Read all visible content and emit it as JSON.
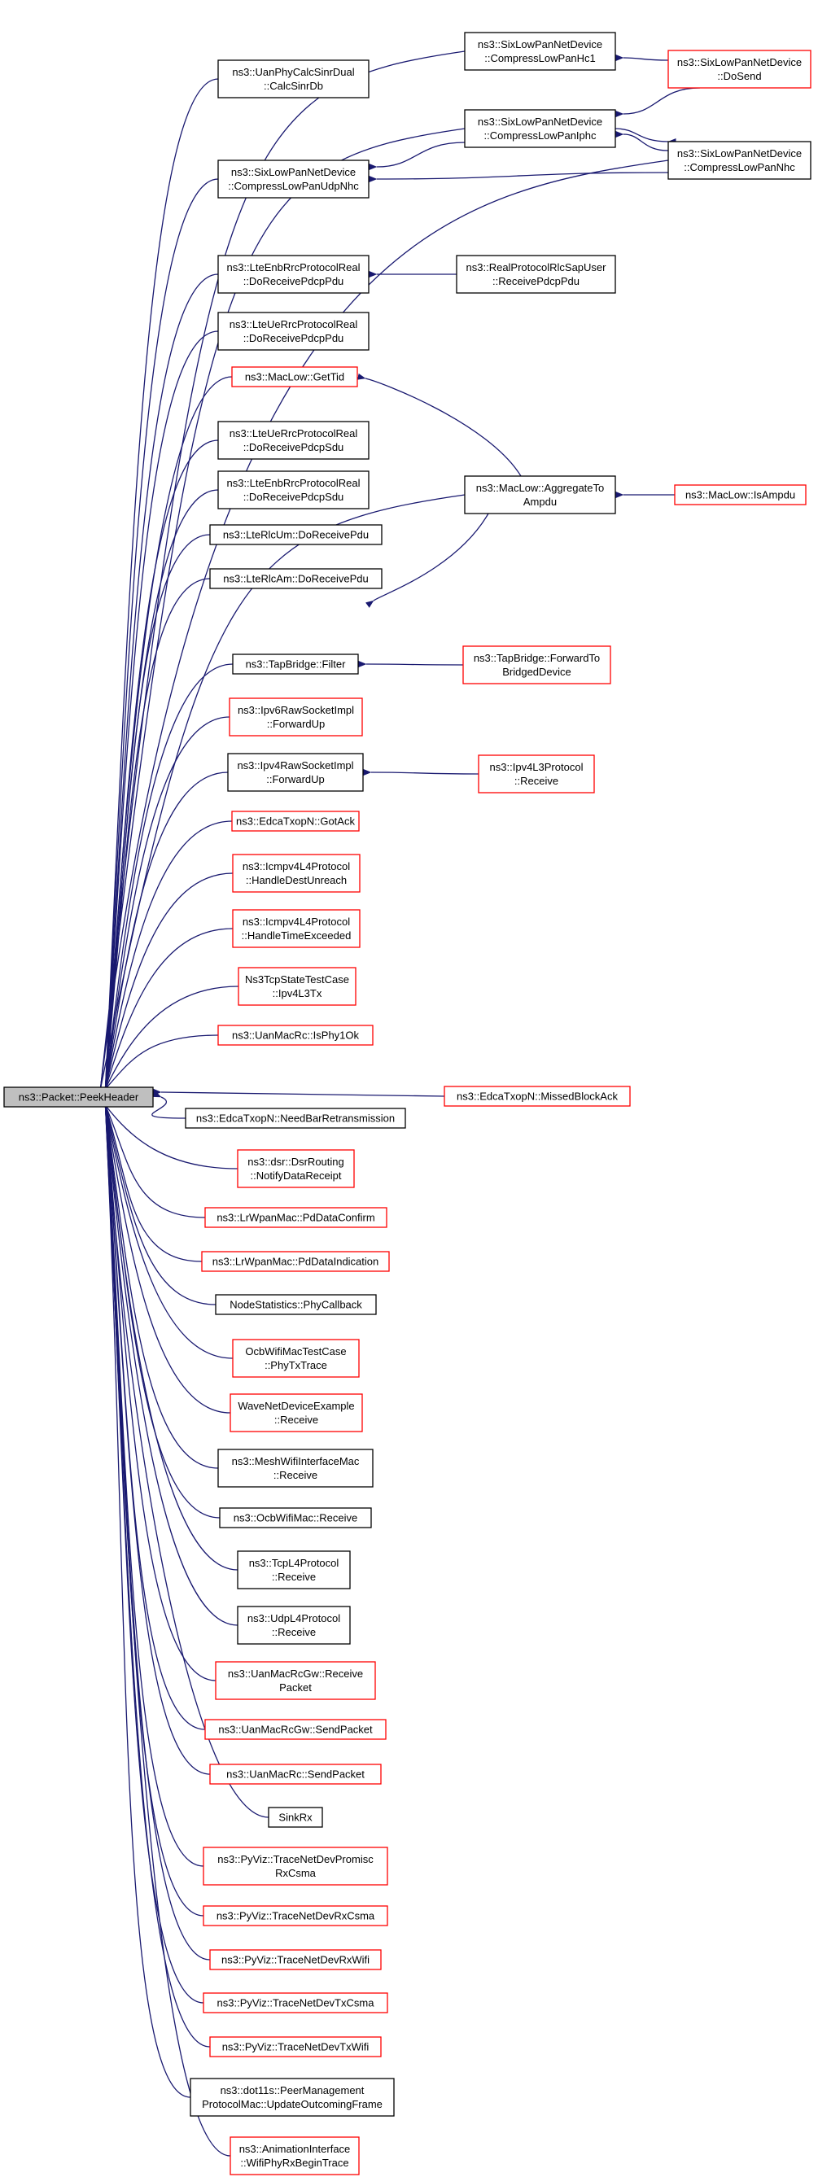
{
  "colors": {
    "edge": "#191970",
    "root_fill": "#bfbfbf",
    "root_border": "#000000",
    "normal_border": "#000000",
    "truncated_border": "#ff0000",
    "node_fill": "#ffffff"
  },
  "nodes": {
    "root": {
      "lines": [
        "ns3::Packet::PeekHeader"
      ],
      "style": "root"
    },
    "sixlowpan_hc1": {
      "lines": [
        "ns3::SixLowPanNetDevice",
        "::CompressLowPanHc1"
      ],
      "style": "normal"
    },
    "sixlowpan_dosend": {
      "lines": [
        "ns3::SixLowPanNetDevice",
        "::DoSend"
      ],
      "style": "truncated"
    },
    "uanphy_calcsinr": {
      "lines": [
        "ns3::UanPhyCalcSinrDual",
        "::CalcSinrDb"
      ],
      "style": "normal"
    },
    "sixlowpan_iphc": {
      "lines": [
        "ns3::SixLowPanNetDevice",
        "::CompressLowPanIphc"
      ],
      "style": "normal"
    },
    "sixlowpan_nhc": {
      "lines": [
        "ns3::SixLowPanNetDevice",
        "::CompressLowPanNhc"
      ],
      "style": "normal"
    },
    "sixlowpan_udpnhc": {
      "lines": [
        "ns3::SixLowPanNetDevice",
        "::CompressLowPanUdpNhc"
      ],
      "style": "normal"
    },
    "lteenb_pdcppdu": {
      "lines": [
        "ns3::LteEnbRrcProtocolReal",
        "::DoReceivePdcpPdu"
      ],
      "style": "normal"
    },
    "realprotocol_rlcsap": {
      "lines": [
        "ns3::RealProtocolRlcSapUser",
        "::ReceivePdcpPdu"
      ],
      "style": "normal"
    },
    "lteue_pdcppdu": {
      "lines": [
        "ns3::LteUeRrcProtocolReal",
        "::DoReceivePdcpPdu"
      ],
      "style": "normal"
    },
    "maclow_gettid": {
      "lines": [
        "ns3::MacLow::GetTid"
      ],
      "style": "truncated"
    },
    "lteue_pdcpsdu": {
      "lines": [
        "ns3::LteUeRrcProtocolReal",
        "::DoReceivePdcpSdu"
      ],
      "style": "normal"
    },
    "lteenb_pdcpsdu": {
      "lines": [
        "ns3::LteEnbRrcProtocolReal",
        "::DoReceivePdcpSdu"
      ],
      "style": "normal"
    },
    "maclow_aggregate": {
      "lines": [
        "ns3::MacLow::AggregateTo",
        "Ampdu"
      ],
      "style": "normal"
    },
    "maclow_isampdu": {
      "lines": [
        "ns3::MacLow::IsAmpdu"
      ],
      "style": "truncated"
    },
    "lterlcum": {
      "lines": [
        "ns3::LteRlcUm::DoReceivePdu"
      ],
      "style": "normal"
    },
    "lterlcam": {
      "lines": [
        "ns3::LteRlcAm::DoReceivePdu"
      ],
      "style": "normal"
    },
    "tapbridge_filter": {
      "lines": [
        "ns3::TapBridge::Filter"
      ],
      "style": "normal"
    },
    "tapbridge_forward": {
      "lines": [
        "ns3::TapBridge::ForwardTo",
        "BridgedDevice"
      ],
      "style": "truncated"
    },
    "ipv6raw": {
      "lines": [
        "ns3::Ipv6RawSocketImpl",
        "::ForwardUp"
      ],
      "style": "truncated"
    },
    "ipv4raw": {
      "lines": [
        "ns3::Ipv4RawSocketImpl",
        "::ForwardUp"
      ],
      "style": "normal"
    },
    "ipv4l3": {
      "lines": [
        "ns3::Ipv4L3Protocol",
        "::Receive"
      ],
      "style": "truncated"
    },
    "edca_gotack": {
      "lines": [
        "ns3::EdcaTxopN::GotAck"
      ],
      "style": "truncated"
    },
    "icmpv4_destunreach": {
      "lines": [
        "ns3::Icmpv4L4Protocol",
        "::HandleDestUnreach"
      ],
      "style": "truncated"
    },
    "icmpv4_timeexceeded": {
      "lines": [
        "ns3::Icmpv4L4Protocol",
        "::HandleTimeExceeded"
      ],
      "style": "truncated"
    },
    "ns3tcpstate": {
      "lines": [
        "Ns3TcpStateTestCase",
        "::Ipv4L3Tx"
      ],
      "style": "truncated"
    },
    "uanmacrc_isphy1ok": {
      "lines": [
        "ns3::UanMacRc::IsPhy1Ok"
      ],
      "style": "truncated"
    },
    "edca_missedblockack": {
      "lines": [
        "ns3::EdcaTxopN::MissedBlockAck"
      ],
      "style": "truncated"
    },
    "edca_needbar": {
      "lines": [
        "ns3::EdcaTxopN::NeedBarRetransmission"
      ],
      "style": "normal"
    },
    "dsr_notify": {
      "lines": [
        "ns3::dsr::DsrRouting",
        "::NotifyDataReceipt"
      ],
      "style": "truncated"
    },
    "lrwpan_pdconfirm": {
      "lines": [
        "ns3::LrWpanMac::PdDataConfirm"
      ],
      "style": "truncated"
    },
    "lrwpan_pdindication": {
      "lines": [
        "ns3::LrWpanMac::PdDataIndication"
      ],
      "style": "truncated"
    },
    "nodestats_phycallback": {
      "lines": [
        "NodeStatistics::PhyCallback"
      ],
      "style": "normal"
    },
    "ocbwifi_phytxtrace": {
      "lines": [
        "OcbWifiMacTestCase",
        "::PhyTxTrace"
      ],
      "style": "truncated"
    },
    "wavenet_receive": {
      "lines": [
        "WaveNetDeviceExample",
        "::Receive"
      ],
      "style": "truncated"
    },
    "meshwifi_receive": {
      "lines": [
        "ns3::MeshWifiInterfaceMac",
        "::Receive"
      ],
      "style": "normal"
    },
    "ocbwifimac_receive": {
      "lines": [
        "ns3::OcbWifiMac::Receive"
      ],
      "style": "normal"
    },
    "tcpl4_receive": {
      "lines": [
        "ns3::TcpL4Protocol",
        "::Receive"
      ],
      "style": "normal"
    },
    "udpl4_receive": {
      "lines": [
        "ns3::UdpL4Protocol",
        "::Receive"
      ],
      "style": "normal"
    },
    "uanmacrcgw_receive": {
      "lines": [
        "ns3::UanMacRcGw::Receive",
        "Packet"
      ],
      "style": "truncated"
    },
    "uanmacrcgw_send": {
      "lines": [
        "ns3::UanMacRcGw::SendPacket"
      ],
      "style": "truncated"
    },
    "uanmacrc_send": {
      "lines": [
        "ns3::UanMacRc::SendPacket"
      ],
      "style": "truncated"
    },
    "sinkrx": {
      "lines": [
        "SinkRx"
      ],
      "style": "normal"
    },
    "pyviz_promisc": {
      "lines": [
        "ns3::PyViz::TraceNetDevPromisc",
        "RxCsma"
      ],
      "style": "truncated"
    },
    "pyviz_rxcsma": {
      "lines": [
        "ns3::PyViz::TraceNetDevRxCsma"
      ],
      "style": "truncated"
    },
    "pyviz_rxwifi": {
      "lines": [
        "ns3::PyViz::TraceNetDevRxWifi"
      ],
      "style": "truncated"
    },
    "pyviz_txcsma": {
      "lines": [
        "ns3::PyViz::TraceNetDevTxCsma"
      ],
      "style": "truncated"
    },
    "pyviz_txwifi": {
      "lines": [
        "ns3::PyViz::TraceNetDevTxWifi"
      ],
      "style": "truncated"
    },
    "dot11s_peer": {
      "lines": [
        "ns3::dot11s::PeerManagement",
        "ProtocolMac::UpdateOutcomingFrame"
      ],
      "style": "normal"
    },
    "animation_wifiphy": {
      "lines": [
        "ns3::AnimationInterface",
        "::WifiPhyRxBeginTrace"
      ],
      "style": "truncated"
    }
  }
}
